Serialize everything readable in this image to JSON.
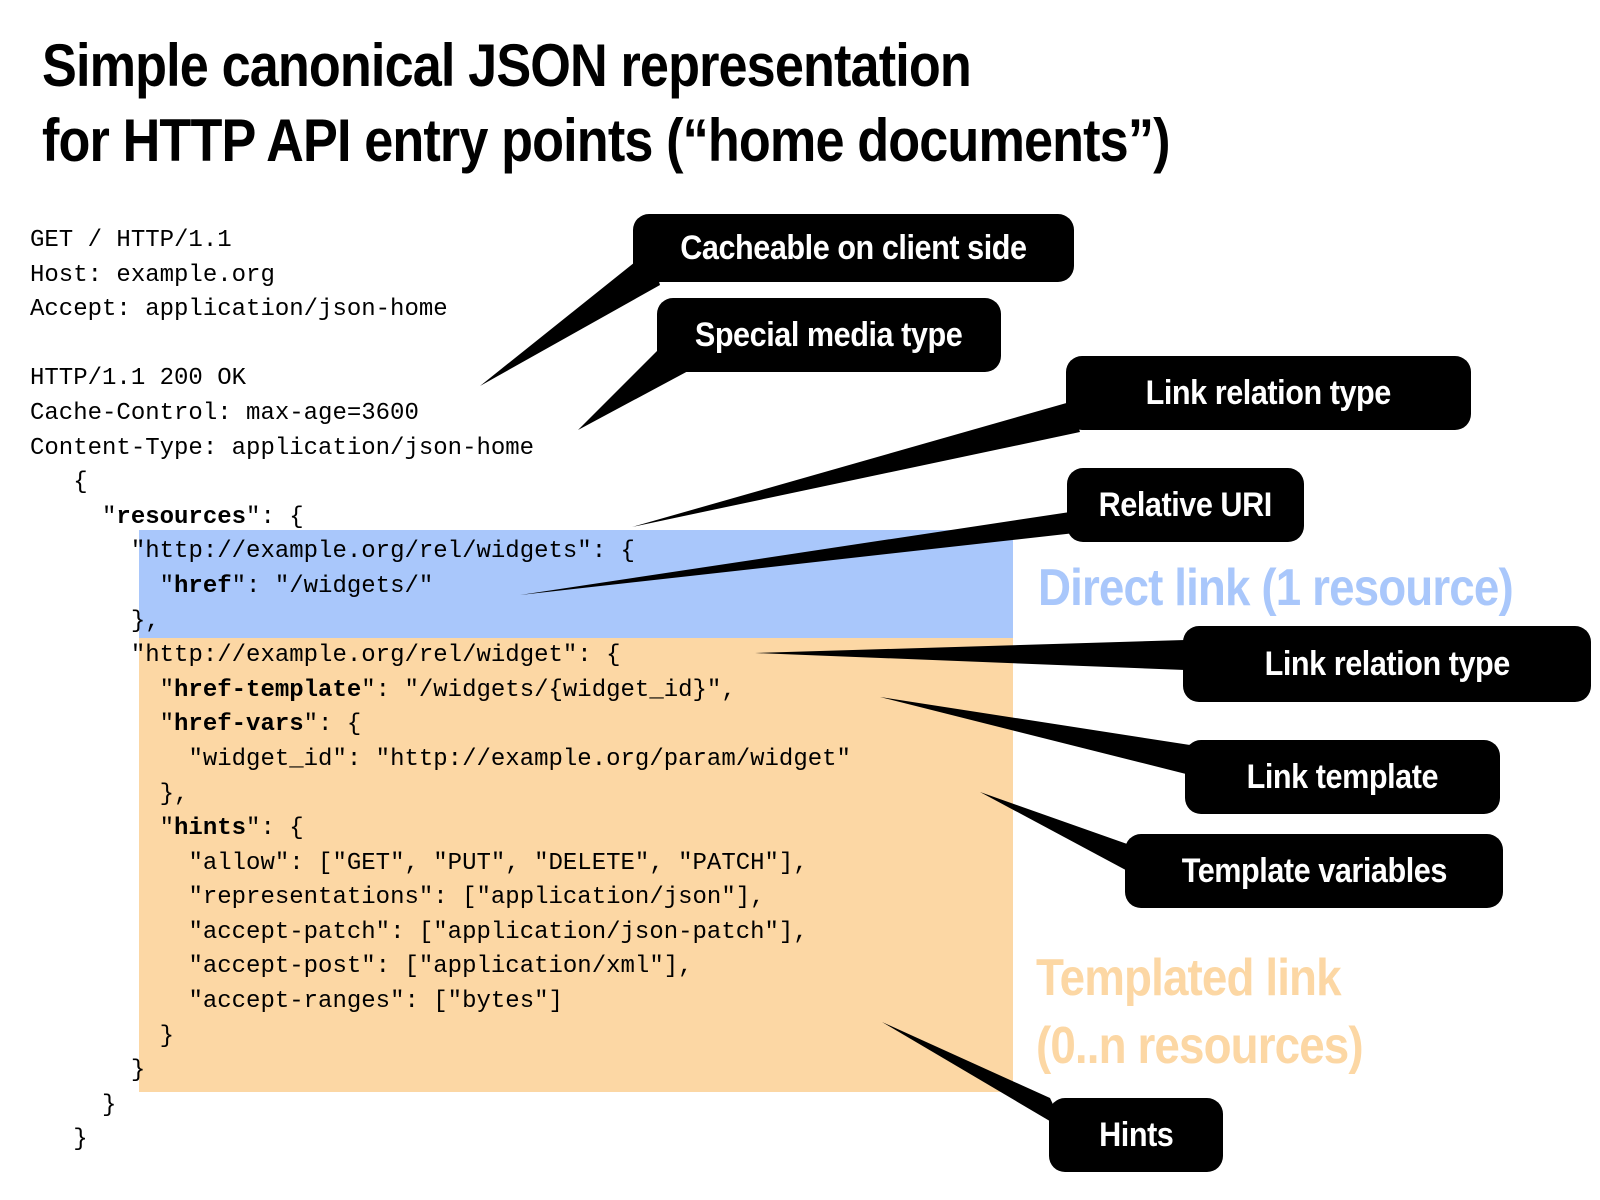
{
  "title": {
    "line1": "Simple canonical JSON representation",
    "line2": "for HTTP API entry points (“home documents”)"
  },
  "code_lines": [
    {
      "indent": "",
      "parts": [
        {
          "t": "GET / HTTP/1.1"
        }
      ]
    },
    {
      "indent": "",
      "parts": [
        {
          "t": "Host: example.org"
        }
      ]
    },
    {
      "indent": "",
      "parts": [
        {
          "t": "Accept: application/json-home"
        }
      ]
    },
    {
      "indent": "",
      "parts": [
        {
          "t": ""
        }
      ]
    },
    {
      "indent": "",
      "parts": [
        {
          "t": "HTTP/1.1 200 OK"
        }
      ]
    },
    {
      "indent": "",
      "parts": [
        {
          "t": "Cache-Control: max-age=3600"
        }
      ]
    },
    {
      "indent": "",
      "parts": [
        {
          "t": "Content-Type: application/json-home"
        }
      ]
    },
    {
      "indent": "   ",
      "parts": [
        {
          "t": "{"
        }
      ]
    },
    {
      "indent": "     ",
      "parts": [
        {
          "t": "\""
        },
        {
          "t": "resources",
          "b": true
        },
        {
          "t": "\": {"
        }
      ]
    },
    {
      "indent": "       ",
      "parts": [
        {
          "t": "\"http://example.org/rel/widgets\": {"
        }
      ]
    },
    {
      "indent": "         ",
      "parts": [
        {
          "t": "\""
        },
        {
          "t": "href",
          "b": true
        },
        {
          "t": "\": \"/widgets/\""
        }
      ]
    },
    {
      "indent": "       ",
      "parts": [
        {
          "t": "},"
        }
      ]
    },
    {
      "indent": "       ",
      "parts": [
        {
          "t": "\"http://example.org/rel/widget\": {"
        }
      ]
    },
    {
      "indent": "         ",
      "parts": [
        {
          "t": "\""
        },
        {
          "t": "href-template",
          "b": true
        },
        {
          "t": "\": \"/widgets/{widget_id}\","
        }
      ]
    },
    {
      "indent": "         ",
      "parts": [
        {
          "t": "\""
        },
        {
          "t": "href-vars",
          "b": true
        },
        {
          "t": "\": {"
        }
      ]
    },
    {
      "indent": "           ",
      "parts": [
        {
          "t": "\"widget_id\": \"http://example.org/param/widget\""
        }
      ]
    },
    {
      "indent": "         ",
      "parts": [
        {
          "t": "},"
        }
      ]
    },
    {
      "indent": "         ",
      "parts": [
        {
          "t": "\""
        },
        {
          "t": "hints",
          "b": true
        },
        {
          "t": "\": {"
        }
      ]
    },
    {
      "indent": "           ",
      "parts": [
        {
          "t": "\"allow\": [\"GET\", \"PUT\", \"DELETE\", \"PATCH\"],"
        }
      ]
    },
    {
      "indent": "           ",
      "parts": [
        {
          "t": "\"representations\": [\"application/json\"],"
        }
      ]
    },
    {
      "indent": "           ",
      "parts": [
        {
          "t": "\"accept-patch\": [\"application/json-patch\"],"
        }
      ]
    },
    {
      "indent": "           ",
      "parts": [
        {
          "t": "\"accept-post\": [\"application/xml\"],"
        }
      ]
    },
    {
      "indent": "           ",
      "parts": [
        {
          "t": "\"accept-ranges\": [\"bytes\"]"
        }
      ]
    },
    {
      "indent": "         ",
      "parts": [
        {
          "t": "}"
        }
      ]
    },
    {
      "indent": "       ",
      "parts": [
        {
          "t": "}"
        }
      ]
    },
    {
      "indent": "     ",
      "parts": [
        {
          "t": "}"
        }
      ]
    },
    {
      "indent": "   ",
      "parts": [
        {
          "t": "}"
        }
      ]
    }
  ],
  "callouts": {
    "cacheable": "Cacheable on client side",
    "media_type": "Special media type",
    "link_relation_1": "Link relation type",
    "relative_uri": "Relative URI",
    "link_relation_2": "Link relation type",
    "link_template": "Link template",
    "template_variables": "Template variables",
    "hints": "Hints"
  },
  "regions": {
    "direct": "Direct link (1 resource)",
    "templated_line1": "Templated link",
    "templated_line2": "(0..n resources)"
  },
  "colors": {
    "direct": "#a9c7fb",
    "templated": "#fcd7a4",
    "callout": "#000000"
  }
}
